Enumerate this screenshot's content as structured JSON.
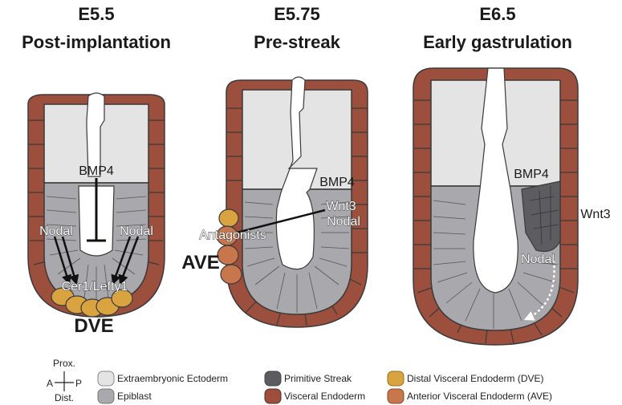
{
  "colors": {
    "extraembryonic_ectoderm": "#e4e4e4",
    "epiblast": "#a9a9ad",
    "primitive_streak": "#5d5d61",
    "visceral_endoderm": "#9c4f3c",
    "dve": "#d9a440",
    "ave": "#c8774d",
    "outline": "#3a3a3a"
  },
  "panels": [
    {
      "stage": "E5.5",
      "subtitle": "Post-implantation",
      "labels": {
        "bmp4": "BMP4",
        "nodal_left": "Nodal",
        "nodal_right": "Nodal",
        "cer1_lefty1": "Cer1/Lefty1",
        "dve": "DVE"
      }
    },
    {
      "stage": "E5.75",
      "subtitle": "Pre-streak",
      "labels": {
        "bmp4": "BMP4",
        "wnt3": "Wnt3",
        "nodal": "Nodal",
        "antagonists": "Antagonists",
        "ave": "AVE"
      }
    },
    {
      "stage": "E6.5",
      "subtitle": "Early gastrulation",
      "labels": {
        "bmp4": "BMP4",
        "wnt3": "Wnt3",
        "nodal": "Nodal"
      }
    }
  ],
  "axis": {
    "prox": "Prox.",
    "dist": "Dist.",
    "a": "A",
    "p": "P"
  },
  "legend": {
    "extraembryonic_ectoderm": "Extraembryonic Ectoderm",
    "epiblast": "Epiblast",
    "primitive_streak": "Primitive Streak",
    "visceral_endoderm": "Visceral Endoderm",
    "dve": "Distal Visceral Endoderm (DVE)",
    "ave": "Anterior Visceral Endoderm (AVE)"
  }
}
